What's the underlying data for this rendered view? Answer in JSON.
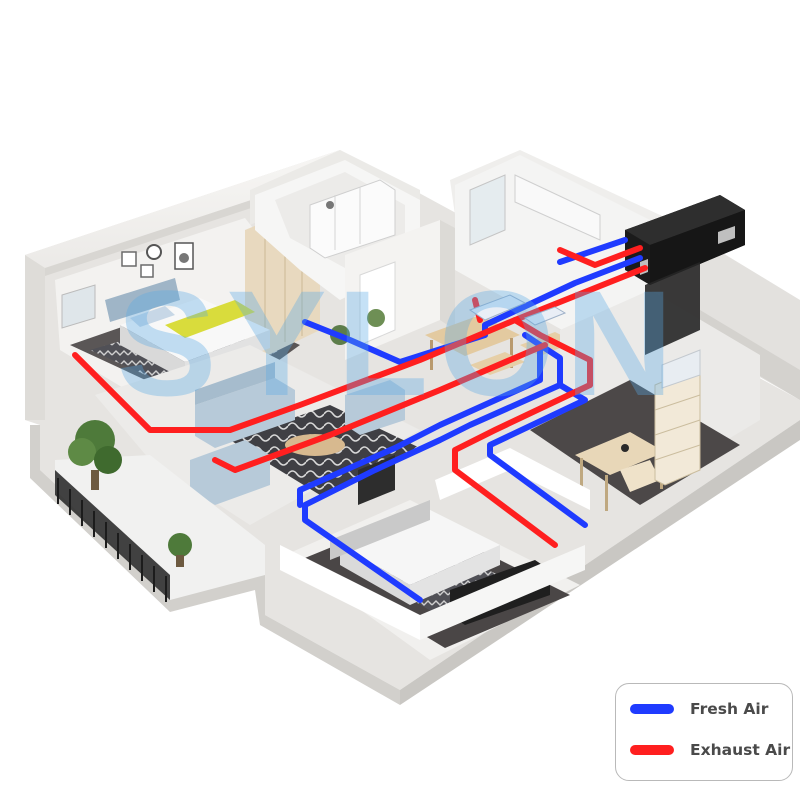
{
  "watermark": {
    "text": "SYLON"
  },
  "legend": {
    "items": [
      {
        "label": "Fresh Air",
        "color": "#1f3bff"
      },
      {
        "label": "Exhaust Air",
        "color": "#ff1f1f"
      }
    ]
  },
  "colors": {
    "fresh_air": "#1f3bff",
    "exhaust_air": "#ff1f1f",
    "wall": "#f1f0ee",
    "floor": "#ededeb",
    "dark_floor": "#4a4747",
    "unit": "#1b1b1b"
  }
}
